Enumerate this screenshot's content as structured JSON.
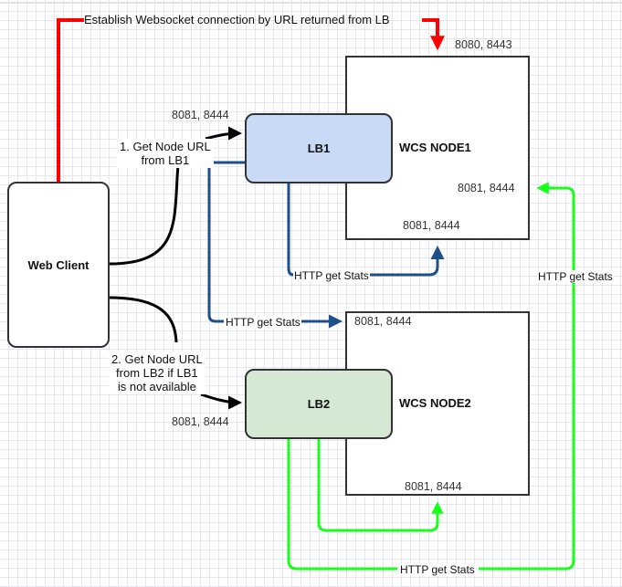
{
  "colors": {
    "websocket_edge": "#ff0000",
    "lb1_stats_edge": "#1f4e8c",
    "lb2_stats_edge": "#1aff1a",
    "client_edge": "#000000",
    "lb1_fill": "#c9daf6",
    "lb2_fill": "#d5e8d4",
    "border": "#333333"
  },
  "nodes": {
    "web_client": {
      "label": "Web Client"
    },
    "lb1": {
      "label": "LB1"
    },
    "lb2": {
      "label": "LB2"
    },
    "wcs_node1": {
      "label": "WCS NODE1"
    },
    "wcs_node2": {
      "label": "WCS NODE2"
    }
  },
  "ports": {
    "node1_top": "8080, 8443",
    "lb1_left": "8081, 8444",
    "node1_right": "8081, 8444",
    "node1_bottom": "8081, 8444",
    "node2_top": "8081, 8444",
    "lb2_left": "8081, 8444",
    "node2_bottom": "8081, 8444"
  },
  "edges": {
    "websocket": "Establish Websocket connection by URL returned from LB",
    "get_url_lb1": "1. Get Node URL\nfrom LB1",
    "get_url_lb2": "2. Get Node URL\nfrom LB2 if LB1\nis not available",
    "lb1_to_node1_stats": "HTTP get Stats",
    "lb1_to_node2_stats": "HTTP get Stats",
    "lb2_to_node1_stats": "HTTP get Stats",
    "lb2_to_node2_stats": "HTTP get Stats"
  }
}
